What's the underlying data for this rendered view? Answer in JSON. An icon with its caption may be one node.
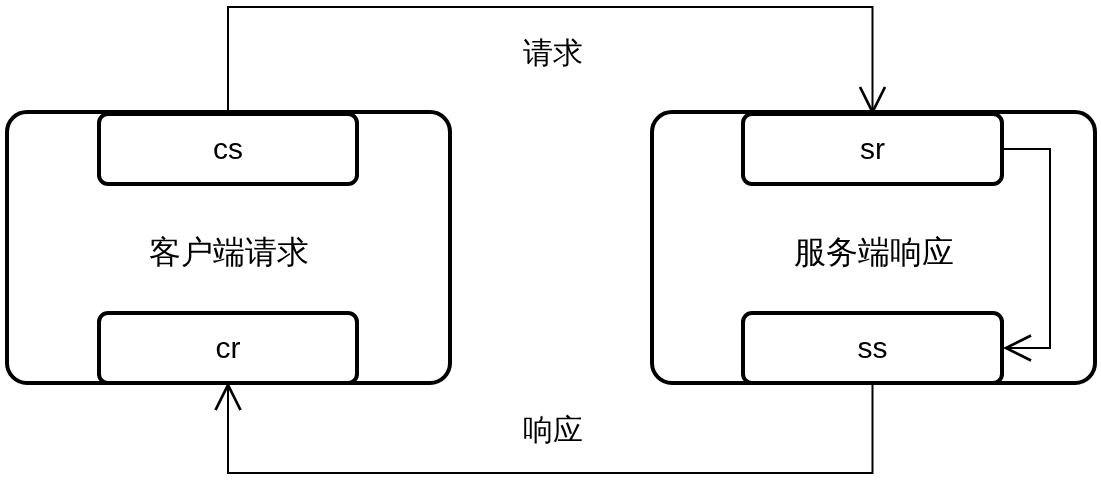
{
  "diagram": {
    "nodes": [
      {
        "text": [
          "客户端请求"
        ]
      },
      {
        "text": [
          "cs"
        ],
        "in": 0
      },
      {
        "text": [
          "cr"
        ],
        "in": 0
      },
      {
        "text": [
          "服务端响应"
        ]
      },
      {
        "text": [
          "sr"
        ],
        "in": 3
      },
      {
        "text": [
          "ss"
        ],
        "in": 3
      }
    ],
    "edges": [
      {
        "from": 1,
        "to": 4,
        "arrow": "to",
        "label": "请求"
      },
      {
        "from": 4,
        "to": 5,
        "arrow": "to"
      },
      {
        "from": 5,
        "to": 2,
        "arrow": "to",
        "label": "响应"
      }
    ]
  }
}
